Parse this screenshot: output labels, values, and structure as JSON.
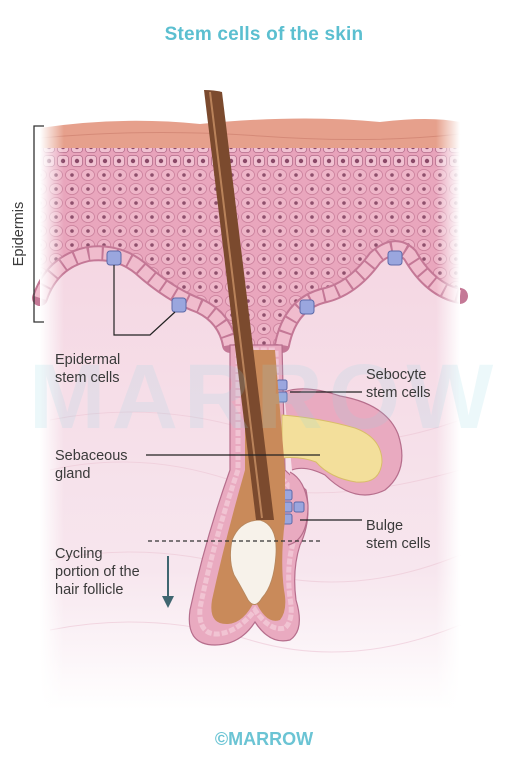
{
  "title": "Stem cells of the skin",
  "labels": {
    "epidermis": "Epidermis",
    "epidermal_stem_cells": "Epidermal\nstem cells",
    "sebocyte_stem_cells": "Sebocyte\nstem cells",
    "sebaceous_gland": "Sebaceous\ngland",
    "bulge_stem_cells": "Bulge\nstem cells",
    "cycling_portion": "Cycling\nportion of the\nhair follicle"
  },
  "watermark": "MARROW",
  "copyright": "©MARROW",
  "colors": {
    "title": "#5bbfd0",
    "epidermis": "#e6a3b9",
    "dermis": "#f6dde7",
    "stem_cell": "#9aa6de",
    "gland": "#f3df9b",
    "hair_shaft": "#7b4a2e",
    "root_sheath": "#c98a5a"
  }
}
